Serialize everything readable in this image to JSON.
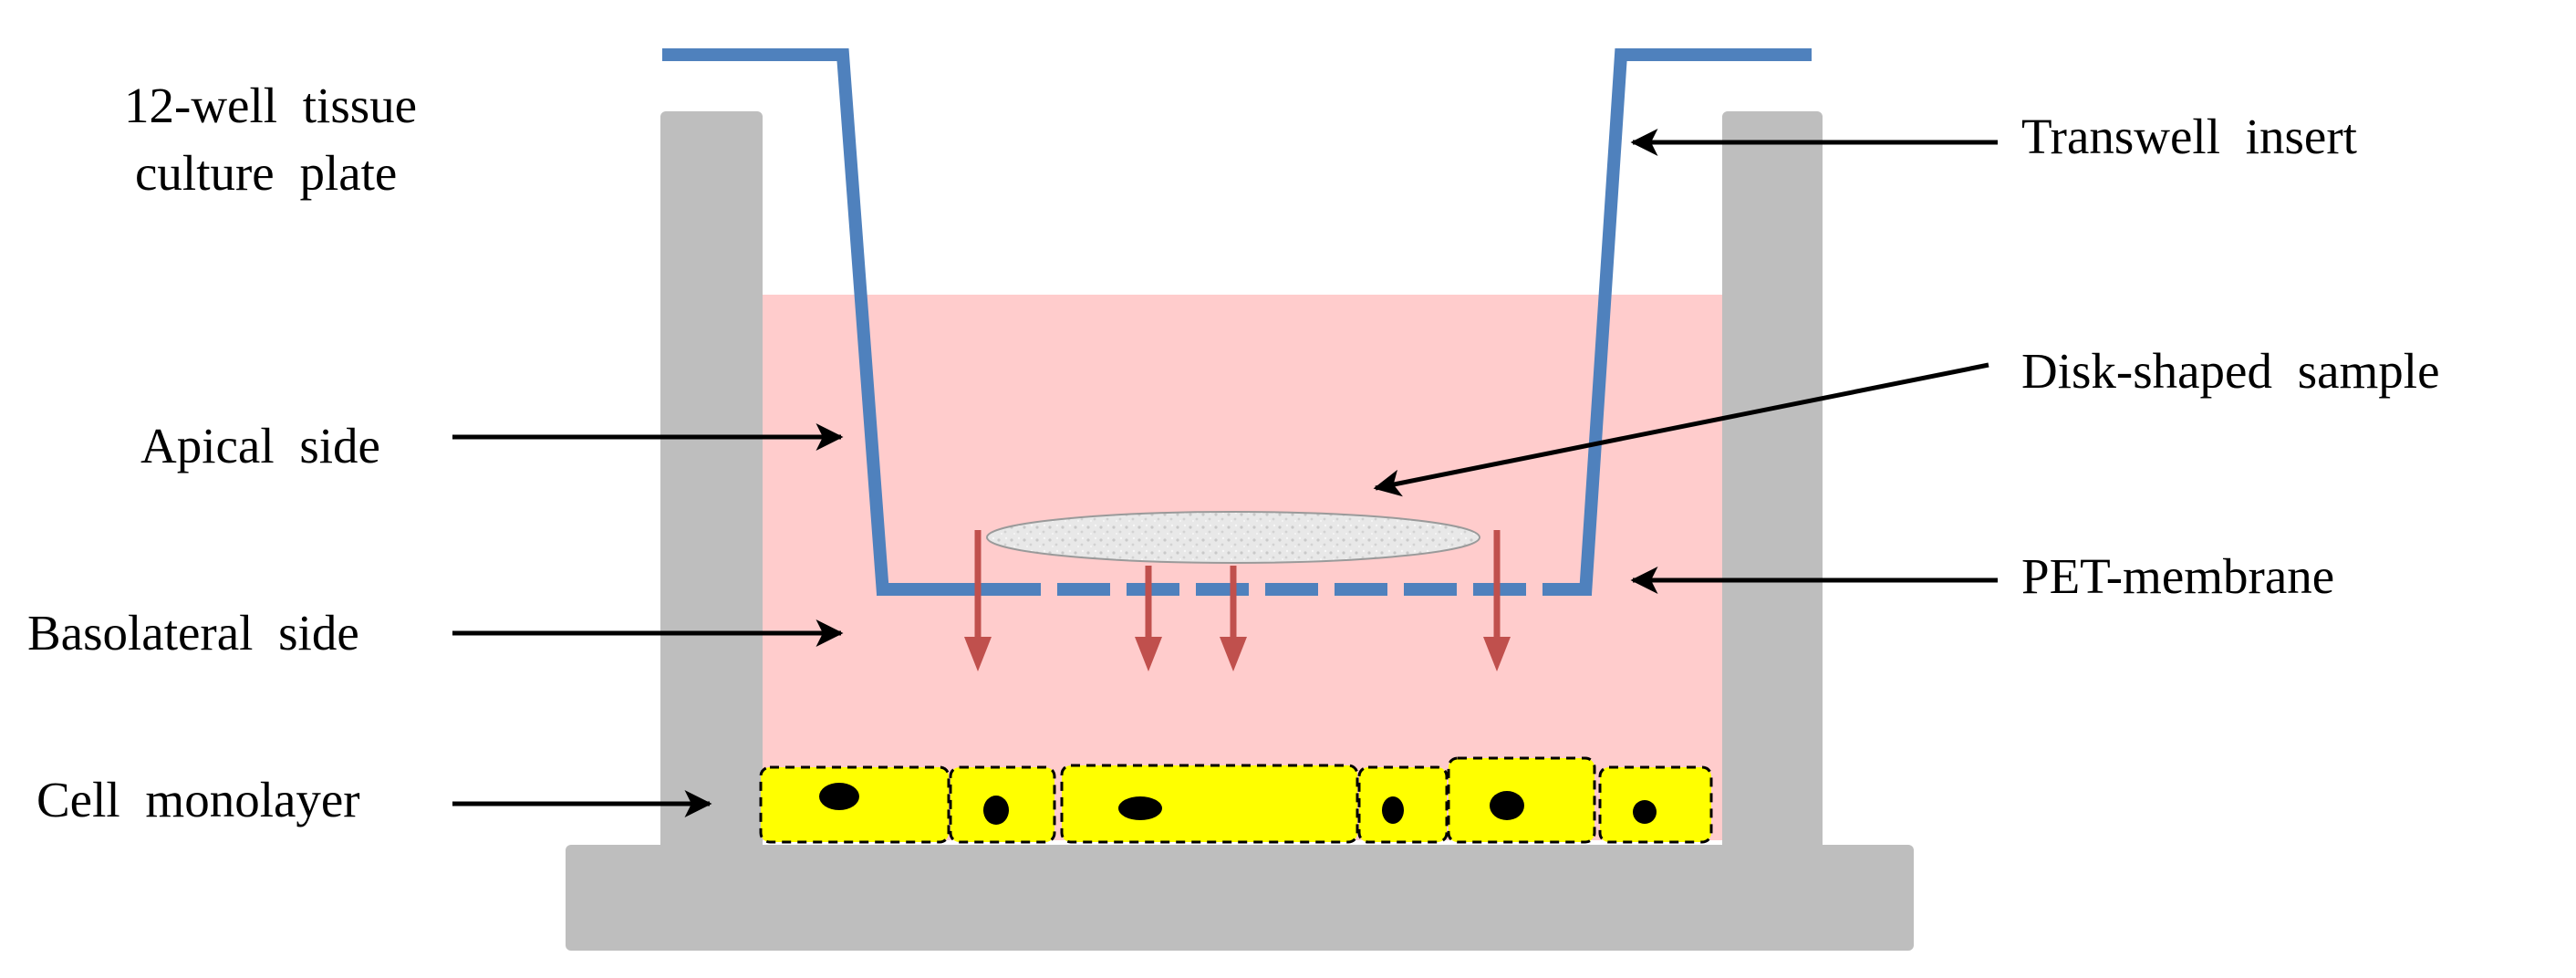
{
  "labels": {
    "plate": [
      "12-well tissue",
      "culture plate"
    ],
    "apical": "Apical side",
    "basolateral": "Basolateral side",
    "monolayer": "Cell monolayer",
    "insert": "Transwell insert",
    "sample": "Disk-shaped sample",
    "membrane": "PET-membrane"
  },
  "colors": {
    "plate": "#bebebe",
    "medium": "#ffcccc",
    "insert": "#4f81bd",
    "arrow_flow": "#c0504d",
    "cell": "#ffff00",
    "nucleus": "#000000",
    "sample": "#e6e6e6",
    "pointer": "#000000"
  }
}
